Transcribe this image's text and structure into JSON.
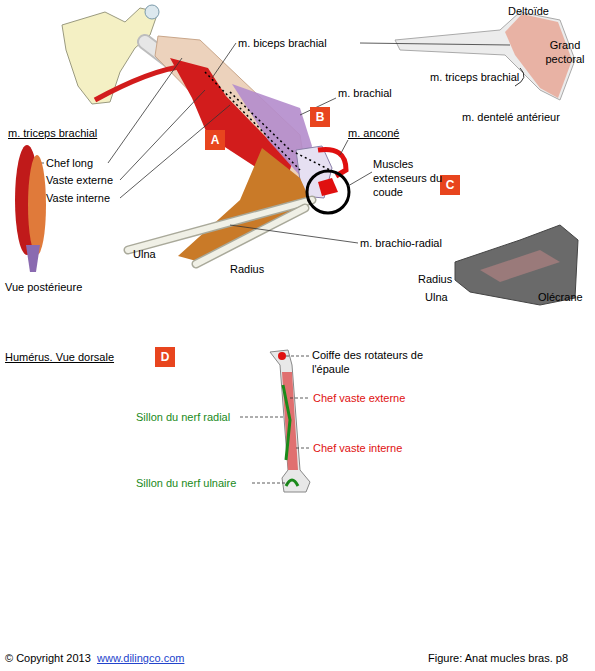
{
  "diagram": {
    "caption": "Figure: Anat mucles bras. p8",
    "nodes": [
      {
        "text": [
          "A"
        ]
      },
      {
        "text": [
          "B"
        ]
      },
      {
        "text": [
          "C"
        ]
      },
      {
        "text": [
          "D"
        ]
      }
    ],
    "labels": [
      "Deltoïde",
      "m. biceps brachial",
      "Grand pectoral",
      "m. triceps brachial",
      "m. brachial",
      "m. dentelé antérieur",
      "m. triceps brachial",
      "m. anconé",
      "Muscles extenseurs du coude",
      "Chef long",
      "Vaste externe",
      "Vaste interne",
      "m. brachio-radial",
      "Ulna",
      "Radius",
      "Radius",
      "Vue postérieure",
      "Ulna",
      "Olécrane",
      "Humérus. Vue dorsale",
      "Coiffe des rotateurs de l'épaule",
      "Chef vaste externe",
      "Sillon du nerf radial",
      "Chef vaste interne",
      "Sillon du nerf ulnaire",
      "© Copyright 2013",
      "www.dilingco.com"
    ]
  }
}
